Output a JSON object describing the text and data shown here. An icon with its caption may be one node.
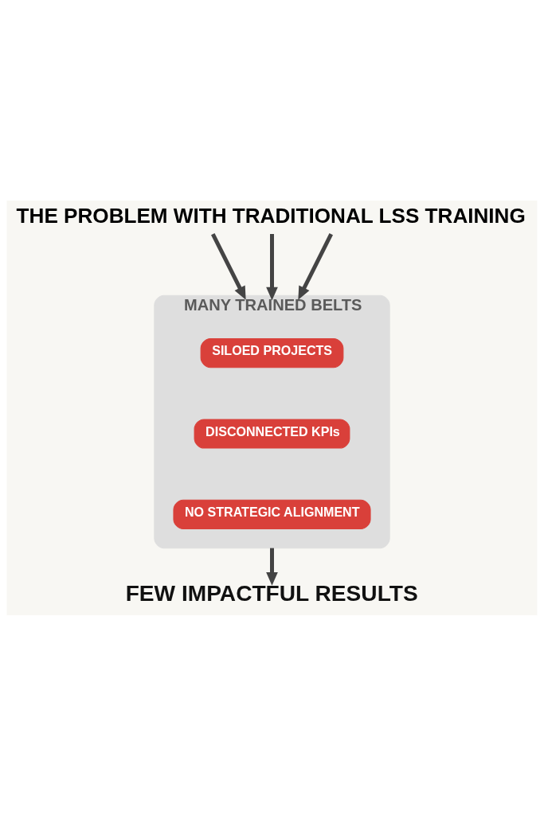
{
  "diagram": {
    "title": "THE PROBLEM WITH TRADITIONAL LSS TRAINING",
    "nodes": [
      {
        "text": [
          "MANY TRAINED BELTS"
        ]
      },
      {
        "text": [
          "SILOED PROJECTS"
        ],
        "in": 0
      },
      {
        "text": [
          "DISCONNECTED KPIs"
        ],
        "in": 0
      },
      {
        "text": [
          "NO STRATEGIC ALIGNMENT"
        ],
        "in": 0
      },
      {
        "text": [
          "FEW IMPACTFUL RESULTS"
        ]
      }
    ],
    "edges": [
      {
        "from": null,
        "to": 0,
        "arrow": "to"
      },
      {
        "from": null,
        "to": 0,
        "arrow": "to"
      },
      {
        "from": null,
        "to": 0,
        "arrow": "to"
      },
      {
        "from": 0,
        "to": 4,
        "arrow": "to"
      }
    ]
  }
}
